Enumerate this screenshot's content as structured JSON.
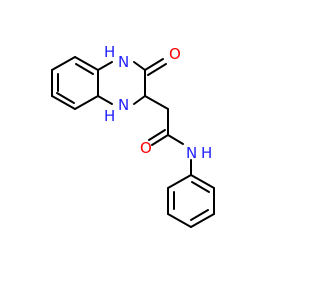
{
  "molecule": {
    "atom_labels": {
      "n1": {
        "text": "N",
        "h": "H"
      },
      "n4": {
        "text": "N",
        "h": "H"
      },
      "o_ring": {
        "text": "O"
      },
      "o_amide": {
        "text": "O"
      },
      "n_amide": {
        "text": "N",
        "h": "H"
      }
    },
    "colors": {
      "carbon": "#000000",
      "nitrogen": "#2020ff",
      "oxygen": "#ff0000",
      "background": "#ffffff"
    }
  }
}
